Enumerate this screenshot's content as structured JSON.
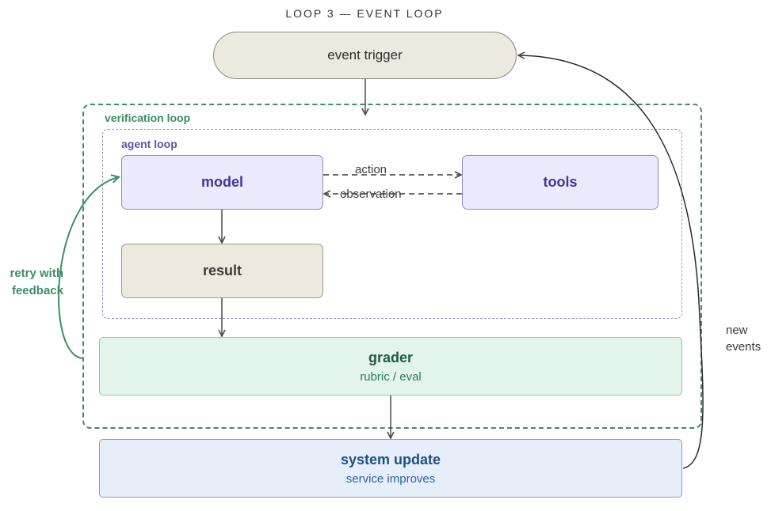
{
  "title": "LOOP 3 — EVENT LOOP",
  "nodes": {
    "event_trigger": "event trigger",
    "model": "model",
    "tools": "tools",
    "result": "result",
    "grader": "grader",
    "grader_sub": "rubric / eval",
    "system_update": "system update",
    "system_update_sub": "service improves"
  },
  "groups": {
    "verification_loop": "verification loop",
    "agent_loop": "agent loop"
  },
  "edges": {
    "action": "action",
    "observation": "observation",
    "retry_line1": "retry with",
    "retry_line2": "feedback",
    "new_line1": "new",
    "new_line2": "events"
  },
  "colors": {
    "verification_green": "#3d8d6b",
    "agent_purple": "#6152a8",
    "model_fill": "#ebe9fc",
    "grader_fill": "#e3f4ea",
    "system_fill": "#e6eff9",
    "neutral_fill": "#ece9df"
  }
}
